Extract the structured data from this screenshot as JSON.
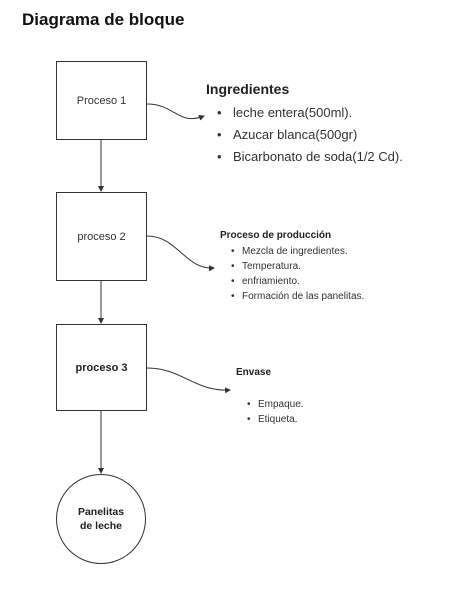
{
  "title": "Diagrama de bloque",
  "boxes": {
    "step1": "Proceso 1",
    "step2": "proceso 2",
    "step3": "proceso 3",
    "end": "Panelitas de leche"
  },
  "ingredients": {
    "heading": "Ingredientes",
    "items": [
      "leche entera(500ml).",
      "Azucar blanca(500gr)",
      "Bicarbonato de soda(1/2 Cd)."
    ]
  },
  "production": {
    "heading": "Proceso de producción",
    "items": [
      "Mezcla de ingredientes.",
      "Temperatura.",
      "enfriamiento.",
      "Formación de las panelitas."
    ]
  },
  "packaging": {
    "heading": "Envase",
    "items": [
      "Empaque.",
      "Etiqueta."
    ]
  }
}
